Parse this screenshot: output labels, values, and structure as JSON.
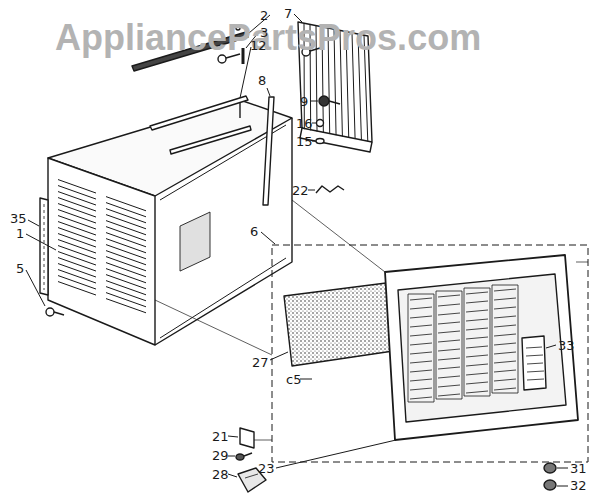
{
  "diagram": {
    "labels": [
      "AppliancePartsPros.com",
      "2",
      "7",
      "3",
      "12",
      "8",
      "9",
      "16",
      "15",
      "22",
      "35",
      "1",
      "5",
      "6",
      "27",
      "c5",
      "33",
      "21",
      "29",
      "28",
      "23",
      "31",
      "32"
    ]
  }
}
